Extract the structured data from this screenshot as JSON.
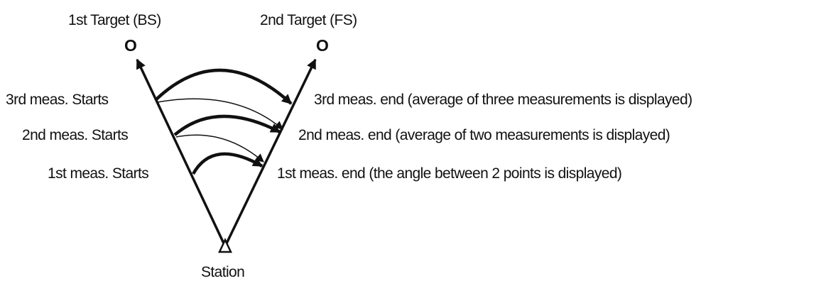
{
  "targets": {
    "first": {
      "label": "1st Target (BS)",
      "mark": "O"
    },
    "second": {
      "label": "2nd Target (FS)",
      "mark": "O"
    }
  },
  "station": {
    "label": "Station"
  },
  "measurements": {
    "third_start": "3rd meas. Starts",
    "second_start": "2nd meas. Starts",
    "first_start": "1st meas. Starts",
    "third_end": "3rd meas. end (average of three measurements is displayed)",
    "second_end": "2nd meas. end (average of two measurements is displayed)",
    "first_end": "1st meas. end (the angle between 2 points is displayed)"
  },
  "colors": {
    "ink": "#111111",
    "background": "#ffffff"
  }
}
